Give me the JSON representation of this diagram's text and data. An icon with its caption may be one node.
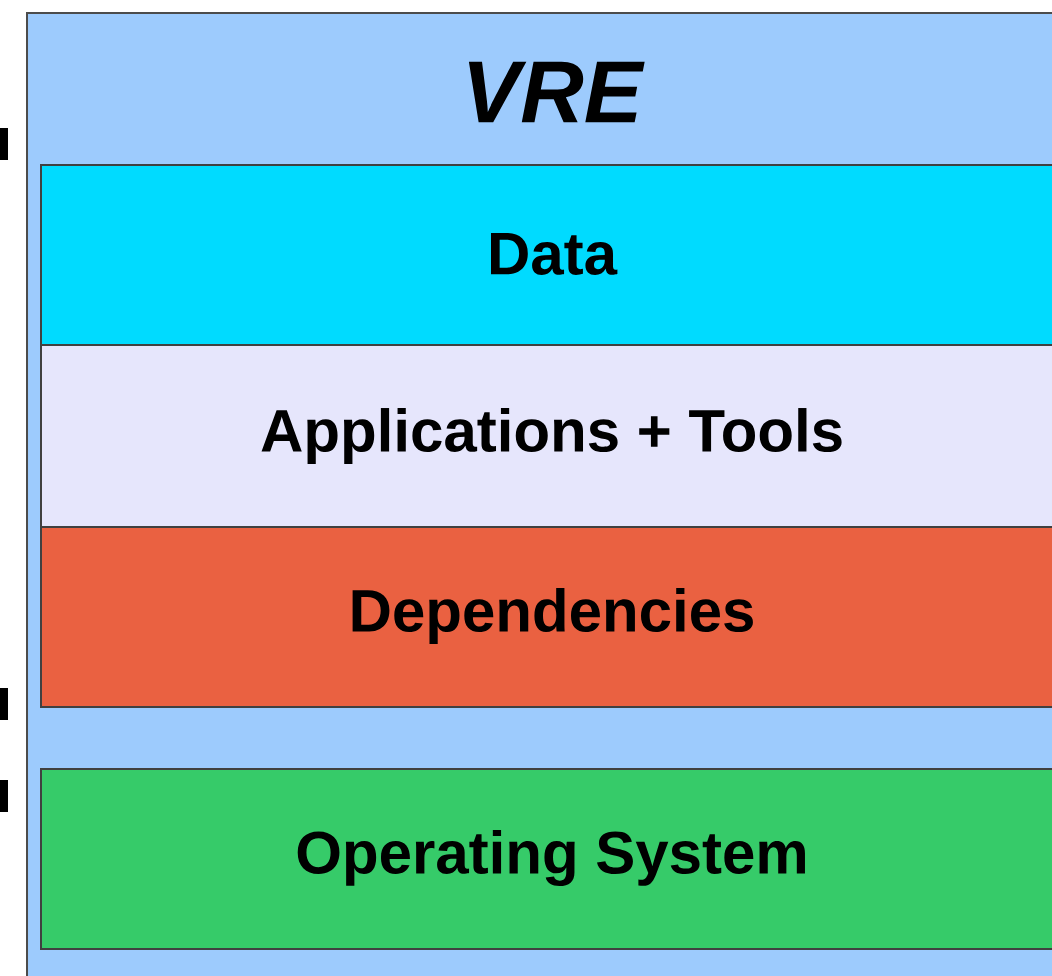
{
  "diagram": {
    "nodes": [
      {
        "text": [
          "VRE"
        ]
      },
      {
        "text": [
          "Data"
        ],
        "in": 0
      },
      {
        "text": [
          "Applications + Tools"
        ],
        "in": 0
      },
      {
        "text": [
          "Dependencies"
        ],
        "in": 0
      },
      {
        "text": [
          "Operating System"
        ],
        "in": 0
      }
    ]
  }
}
